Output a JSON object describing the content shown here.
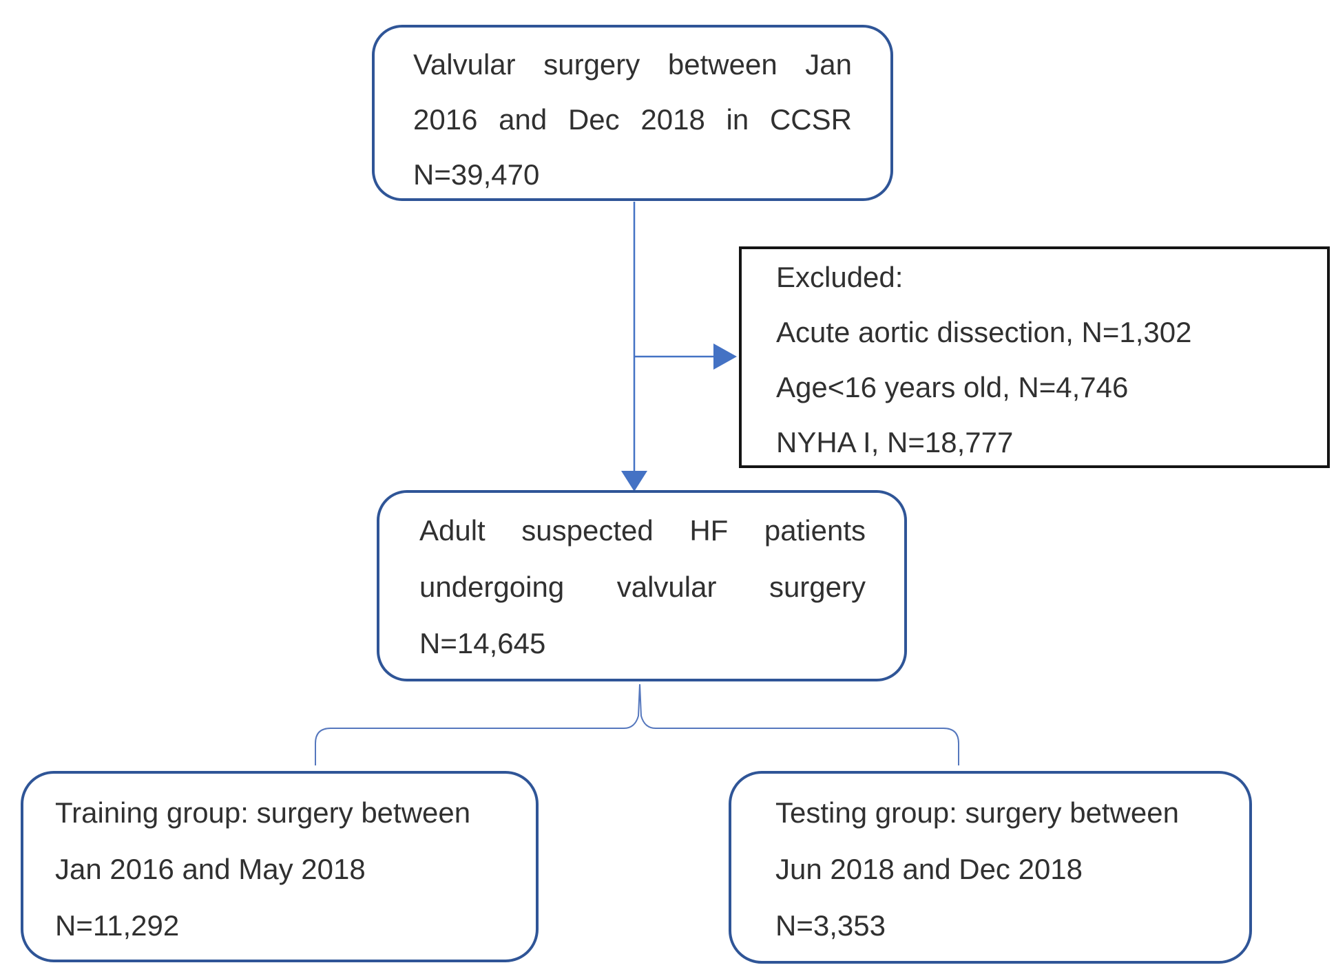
{
  "nodes": {
    "source": {
      "lines": [
        "Valvular surgery between Jan",
        "2016 and Dec 2018 in CCSR",
        "N=39,470"
      ]
    },
    "excluded": {
      "lines": [
        "Excluded:",
        "Acute aortic dissection, N=1,302",
        "Age<16 years old, N=4,746",
        "NYHA I, N=18,777"
      ]
    },
    "eligible": {
      "lines": [
        "Adult suspected HF patients",
        "undergoing valvular surgery",
        "N=14,645"
      ]
    },
    "training": {
      "lines": [
        "Training group: surgery between",
        "Jan 2016 and May 2018",
        "N=11,292"
      ]
    },
    "testing": {
      "lines": [
        "Testing group: surgery between",
        "Jun 2018 and Dec 2018",
        "N=3,353"
      ]
    }
  },
  "colors": {
    "box_border_blue": "#2f5597",
    "connector_blue": "#4472c4",
    "brace_blue": "#5577bd",
    "excluded_border": "#141414",
    "text_color": "#303030",
    "bg": "#ffffff"
  }
}
